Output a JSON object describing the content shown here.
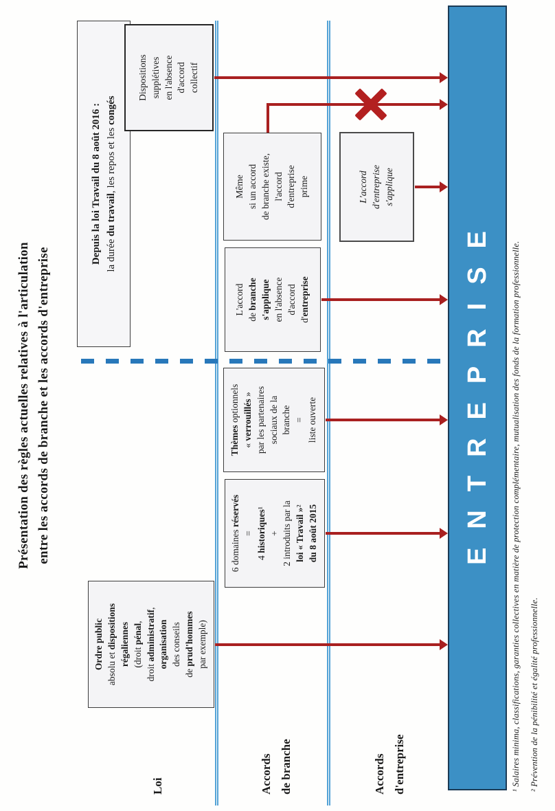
{
  "page": {
    "title_lines": [
      "Présentation des règles actuelles relatives à l'articulation",
      "entre les accords de branche et les accords d'entreprise"
    ]
  },
  "header_box": {
    "lines": [
      "**Depuis la loi Travail du 8 août 2016 :**",
      "la durée **du travail**, les repos et les **congés**"
    ]
  },
  "row_labels": {
    "loi": [
      "Loi"
    ],
    "accords_branche": [
      "Accords",
      "de branche"
    ],
    "accords_entreprise": [
      "Accords",
      "d'entreprise"
    ]
  },
  "boxes": {
    "ordre_public": {
      "lines": [
        "**Ordre public**",
        "absolu et **dispositions**",
        "**régaliennes**",
        "(droit **pénal**,",
        "droit **administratif**,",
        "**organisation**",
        "des conseils",
        "de **prud'hommes**",
        "par exemple)"
      ]
    },
    "domaines_reserves": {
      "lines": [
        "6 domaines **réservés**",
        "=",
        "4 **historiques**¹",
        "+",
        "2 introduits par la",
        "**loi « Travail »**²",
        "**du 8 août 2015**"
      ]
    },
    "themes_optionnels": {
      "lines": [
        "**Thèmes** optionnels",
        "« **verrouillés** »",
        "par les partenaires",
        "sociaux de la",
        "branche",
        "=",
        "liste ouverte"
      ]
    },
    "accord_branche_sapplique": {
      "lines": [
        "L'accord",
        "de **branche**",
        "**s'applique**",
        "en l'absence",
        "d'accord",
        "d'**entreprise**"
      ]
    },
    "meme_si_accord_branche": {
      "lines": [
        "Même",
        "si un accord",
        "de branche existe,",
        "l'accord",
        "d'entreprise",
        "prime"
      ]
    },
    "accord_entreprise_sapplique": {
      "lines": [
        "L'accord",
        "d'entreprise",
        "s'applique"
      ]
    },
    "dispositions_suppletives": {
      "lines": [
        "Dispositions",
        "supplétives",
        "en l'absence",
        "d'accord",
        "collectif"
      ]
    }
  },
  "entreprise_bar": {
    "label": "ENTREPRISE"
  },
  "footnotes": [
    "¹ Salaires minima, classifications, garanties collectives en matière de protection complémentaire, mutualisation des fonds de la formation professionnelle.",
    "² Prévention de la pénibilité et égalité professionnelle."
  ],
  "icons": {
    "blocked_cross": "x-mark"
  },
  "colors": {
    "bar_blue": "#3c90c5",
    "separator_blue": "#54a3d6",
    "dashed_blue": "#2878ba",
    "arrow_red": "#a92020"
  }
}
